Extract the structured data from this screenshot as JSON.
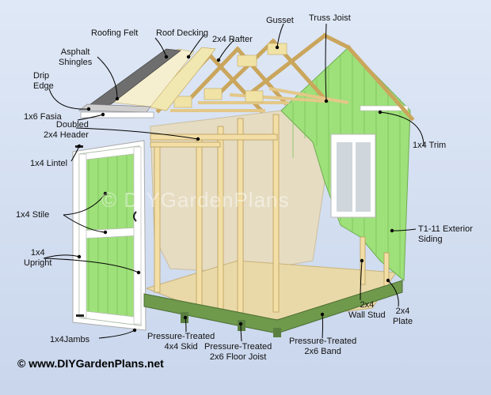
{
  "labels": {
    "roofing_felt": "Roofing Felt",
    "roof_decking": "Roof Decking",
    "rafter": "2x4 Rafter",
    "gusset": "Gusset",
    "truss_joist": "Truss Joist",
    "asphalt_shingles": "Asphalt\nShingles",
    "drip_edge": "Drip\nEdge",
    "fasia": "1x6 Fasia",
    "doubled_header": "Doubled\n2x4 Header",
    "lintel": "1x4 Lintel",
    "stile": "1x4 Stile",
    "upright": "1x4\nUpright",
    "jambs": "1x4Jambs",
    "skid": "Pressure-Treated\n4x4 Skid",
    "floor_joist": "Pressure-Treated\n2x6 Floor Joist",
    "band": "Pressure-Treated\n2x6 Band",
    "wall_stud": "2x4\nWall Stud",
    "plate": "2x4\nPlate",
    "siding": "T1-11 Exterior\nSiding",
    "trim": "1x4 Trim"
  },
  "watermark": "© DIYGardenPlans",
  "footer": {
    "site": "© www.DIYGardenPlans.net"
  },
  "colors": {
    "siding": "#9ee07a",
    "lumber": "#f3dfa6",
    "pt_lumber": "#6f9a4c",
    "shingles": "#6e6e6e",
    "insulation": "#e6dcc2",
    "trim": "#ffffff",
    "callout": "#000000"
  }
}
